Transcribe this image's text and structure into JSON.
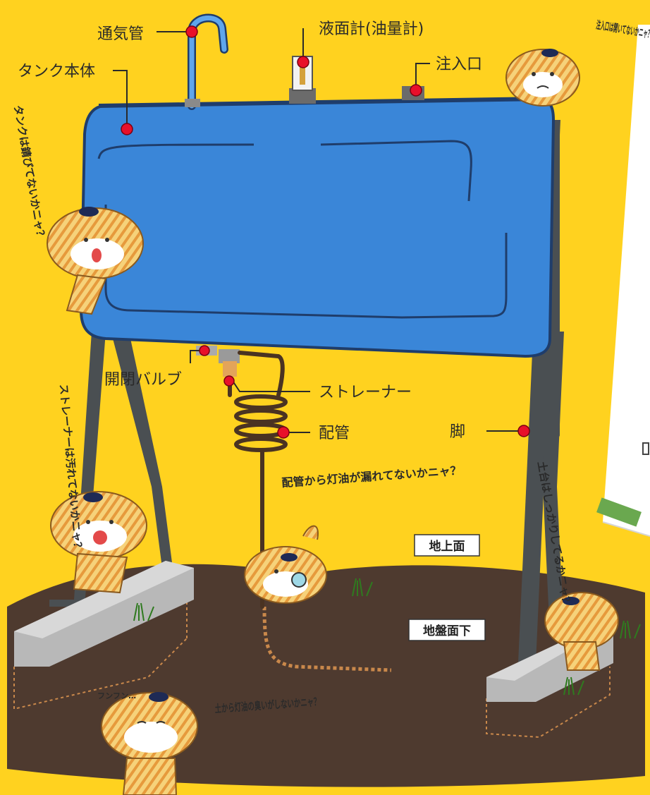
{
  "labels": {
    "vent_pipe": "通気管",
    "level_gauge": "液面計(油量計)",
    "tank_body": "タンク本体",
    "inlet": "注入口",
    "valve": "開閉バルブ",
    "strainer": "ストレーナー",
    "piping": "配管",
    "leg": "脚"
  },
  "speech": {
    "inlet_check": "注入口は開いてないかニャ？",
    "rust_check": "タンクは錆びてないかニャ？",
    "strainer_check": "ストレーナーは汚れてないかニャ？",
    "pipe_leak": "配管から灯油が漏れてないかニャ？",
    "base_check": "土台はしっかりしてるかニャ？",
    "sniff": "フンフン…",
    "smell_check": "土から灯油の臭いがしないかニャ？"
  },
  "zones": {
    "above_ground": "地上面",
    "below_ground": "地盤面下"
  },
  "colors": {
    "background": "#ffd21f",
    "tank": "#3a86d8",
    "ground": "#4e3a2f",
    "leg": "#4a4f52",
    "marker": "#e8102a"
  }
}
